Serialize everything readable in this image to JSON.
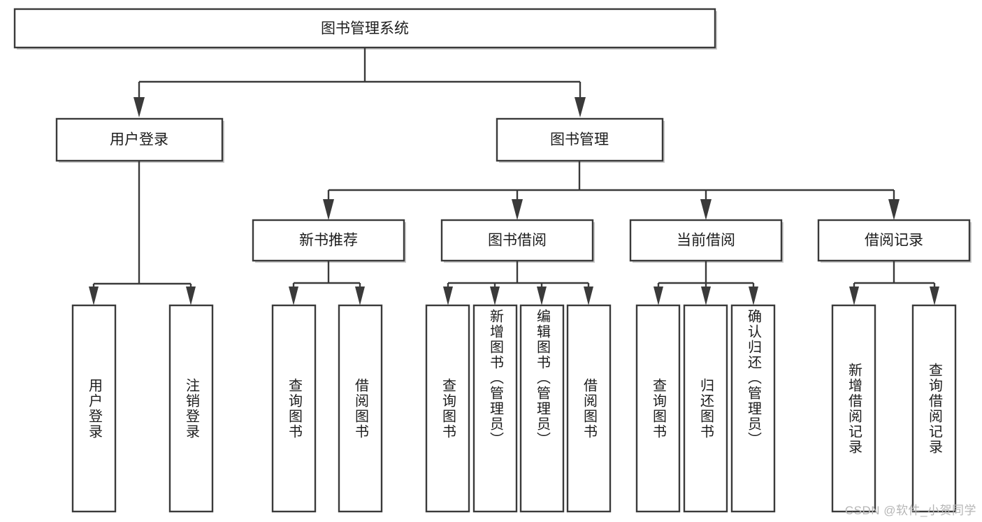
{
  "diagram": {
    "title": "图书管理系统",
    "type": "hierarchy-tree",
    "watermark": "CSDN @软件_小贺同学",
    "root": {
      "label": "图书管理系统",
      "orientation": "horizontal"
    },
    "level2": [
      {
        "label": "用户登录",
        "orientation": "horizontal"
      },
      {
        "label": "图书管理",
        "orientation": "horizontal"
      }
    ],
    "level3": [
      {
        "label": "新书推荐",
        "orientation": "horizontal"
      },
      {
        "label": "图书借阅",
        "orientation": "horizontal"
      },
      {
        "label": "当前借阅",
        "orientation": "horizontal"
      },
      {
        "label": "借阅记录",
        "orientation": "horizontal"
      }
    ],
    "leaves": {
      "user_login": [
        {
          "label": "用户登录",
          "orientation": "vertical"
        },
        {
          "label": "注销登录",
          "orientation": "vertical"
        }
      ],
      "new_book_recommend": [
        {
          "label": "查询图书",
          "orientation": "vertical"
        },
        {
          "label": "借阅图书",
          "orientation": "vertical"
        }
      ],
      "book_borrow": [
        {
          "label": "查询图书",
          "orientation": "vertical"
        },
        {
          "label": "新增图书（管理员）",
          "orientation": "vertical"
        },
        {
          "label": "编辑图书（管理员）",
          "orientation": "vertical"
        },
        {
          "label": "借阅图书",
          "orientation": "vertical"
        }
      ],
      "current_borrow": [
        {
          "label": "查询图书",
          "orientation": "vertical"
        },
        {
          "label": "归还图书",
          "orientation": "vertical"
        },
        {
          "label": "确认归还（管理员）",
          "orientation": "vertical"
        }
      ],
      "borrow_record": [
        {
          "label": "新增借阅记录",
          "orientation": "vertical"
        },
        {
          "label": "查询借阅记录",
          "orientation": "vertical"
        }
      ]
    },
    "colors": {
      "stroke": "#3a3a3a",
      "fill": "#ffffff",
      "text": "#1c1c1c",
      "shadow": "#c9c9c9",
      "watermark": "#b6b6b6"
    }
  }
}
